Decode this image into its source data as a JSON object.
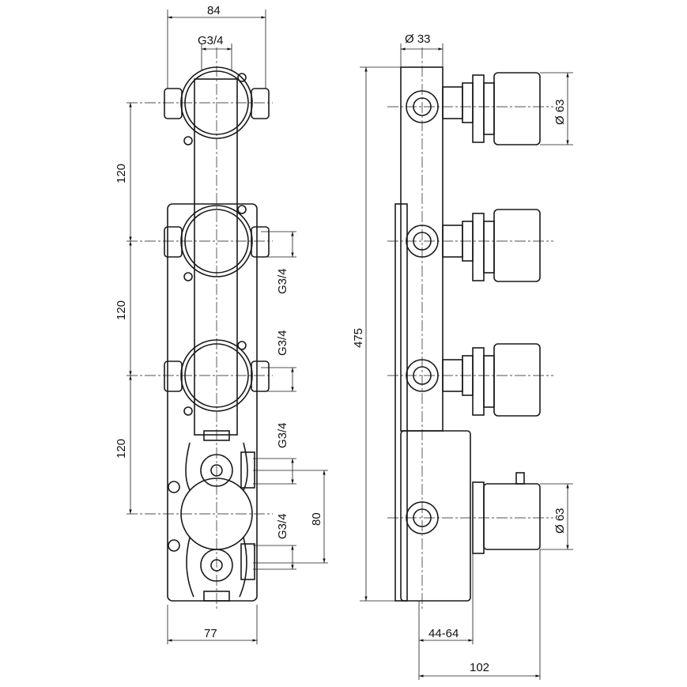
{
  "front_view": {
    "width_top": "84",
    "inlet_top": "G3/4",
    "spacing": [
      "120",
      "120",
      "120"
    ],
    "outlets": [
      "G3/4",
      "G3/4",
      "G3/4",
      "G3/4"
    ],
    "outlet_spacing": "80",
    "width_bottom": "77"
  },
  "side_view": {
    "pipe_diameter": "Ø 33",
    "total_height": "475",
    "knob_diameter_top": "Ø 63",
    "knob_diameter_bottom": "Ø 63",
    "wall_depth": "44-64",
    "total_depth": "102"
  }
}
